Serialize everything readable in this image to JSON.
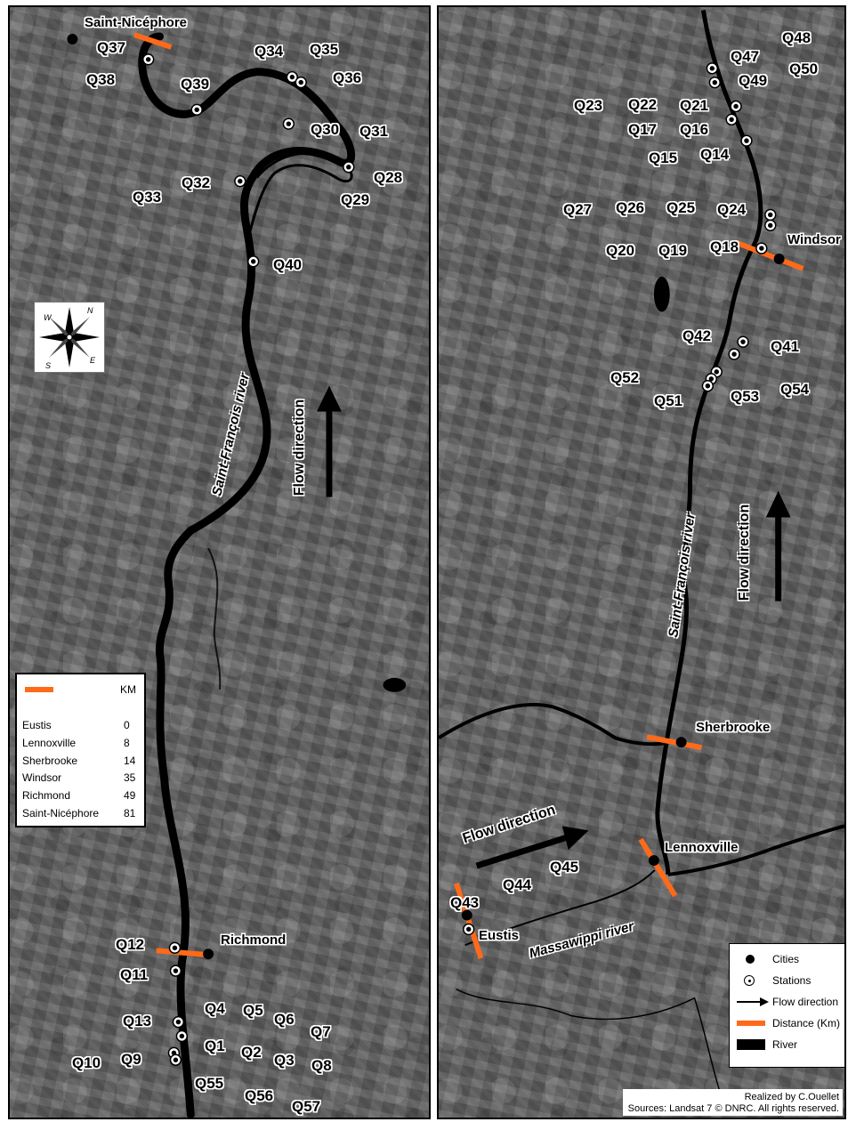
{
  "cities": {
    "saint_nicephore": "Saint-Nicéphore",
    "richmond": "Richmond",
    "windsor": "Windsor",
    "sherbrooke": "Sherbrooke",
    "lennoxville": "Lennoxville",
    "eustis": "Eustis"
  },
  "rivers": {
    "left_river": "Saint-François river",
    "right_river": "Saint-François river",
    "massawippi": "Massawippi river"
  },
  "flow_direction_left": "Flow direction",
  "flow_direction_right": "Flow direction",
  "flow_direction_lower": "Flow direction",
  "stations_left": [
    "Q37",
    "Q38",
    "Q39",
    "Q34",
    "Q35",
    "Q36",
    "Q30",
    "Q31",
    "Q28",
    "Q29",
    "Q32",
    "Q33",
    "Q40",
    "Q12",
    "Q11",
    "Q13",
    "Q4",
    "Q5",
    "Q6",
    "Q7",
    "Q1",
    "Q2",
    "Q3",
    "Q8",
    "Q10",
    "Q9",
    "Q55",
    "Q56",
    "Q57"
  ],
  "stations_right": [
    "Q47",
    "Q48",
    "Q49",
    "Q50",
    "Q23",
    "Q22",
    "Q21",
    "Q17",
    "Q16",
    "Q15",
    "Q14",
    "Q27",
    "Q26",
    "Q25",
    "Q24",
    "Q20",
    "Q19",
    "Q18",
    "Q42",
    "Q41",
    "Q52",
    "Q51",
    "Q53",
    "Q54",
    "Q45",
    "Q44",
    "Q43"
  ],
  "distance_legend": {
    "unit": "KM",
    "rows": [
      {
        "place": "Eustis",
        "km": "0"
      },
      {
        "place": "Lennoxville",
        "km": "8"
      },
      {
        "place": "Sherbrooke",
        "km": "14"
      },
      {
        "place": "Windsor",
        "km": "35"
      },
      {
        "place": "Richmond",
        "km": "49"
      },
      {
        "place": "Saint-Nicéphore",
        "km": "81"
      }
    ]
  },
  "symbol_legend": {
    "cities": "Cities",
    "stations": "Stations",
    "flow": "Flow direction",
    "distance": "Distance (Km)",
    "river": "River"
  },
  "compass_letters": {
    "n": "N",
    "e": "E",
    "s": "S",
    "w": "W"
  },
  "credit": {
    "line1": "Realized by C.Ouellet",
    "line2": "Sources: Landsat 7 © DNRC. All rights reserved."
  },
  "colors": {
    "distance_bar": "#ff6a1a",
    "river": "#000000",
    "background": "#ffffff"
  }
}
